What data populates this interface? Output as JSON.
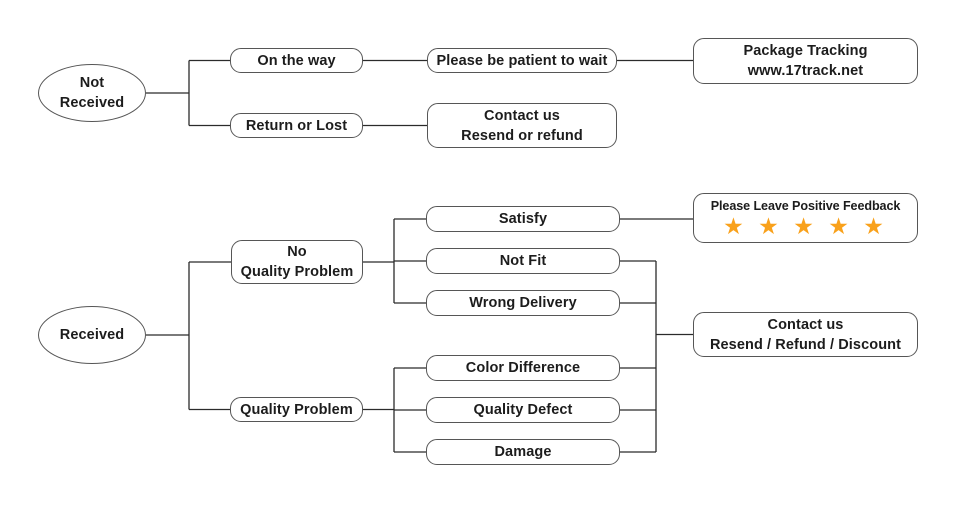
{
  "diagram": {
    "colors": {
      "background": "#ffffff",
      "line": "#2b2b2b",
      "box_border": "#565656",
      "text": "#1c1c1c",
      "star": "#F9A11B"
    },
    "not_received_flow": {
      "root": {
        "line1": "Not",
        "line2": "Received"
      },
      "on_the_way": {
        "label": "On the way"
      },
      "be_patient": {
        "label": "Please be patient to wait"
      },
      "package_tracking": {
        "line1": "Package Tracking",
        "line2": "www.17track.net"
      },
      "return_or_lost": {
        "label": "Return or Lost"
      },
      "contact_resend": {
        "line1": "Contact us",
        "line2": "Resend or refund"
      }
    },
    "received_flow": {
      "root": {
        "label": "Received"
      },
      "no_quality_problem": {
        "line1": "No",
        "line2": "Quality Problem"
      },
      "quality_problem": {
        "label": "Quality Problem"
      },
      "satisfy": {
        "label": "Satisfy"
      },
      "not_fit": {
        "label": "Not Fit"
      },
      "wrong_delivery": {
        "label": "Wrong Delivery"
      },
      "color_difference": {
        "label": "Color Difference"
      },
      "quality_defect": {
        "label": "Quality Defect"
      },
      "damage": {
        "label": "Damage"
      },
      "positive_feedback": {
        "title": "Please Leave Positive Feedback",
        "stars": "★ ★ ★ ★ ★"
      },
      "contact_discount": {
        "line1": "Contact us",
        "line2": "Resend / Refund / Discount"
      }
    }
  }
}
